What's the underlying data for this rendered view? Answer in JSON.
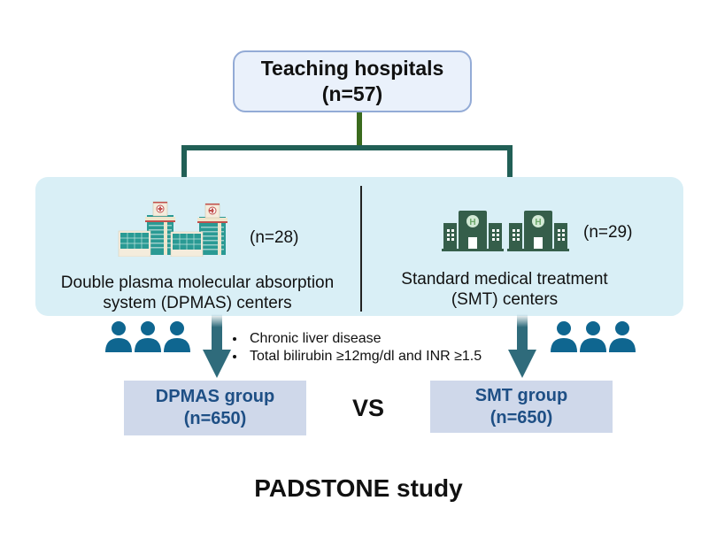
{
  "top": {
    "title": "Teaching hospitals",
    "count": "(n=57)"
  },
  "left_center": {
    "icon": "hospital-buildings-icon",
    "count": "(n=28)",
    "label_line1": "Double plasma molecular absorption",
    "label_line2": "system (DPMAS) centers"
  },
  "right_center": {
    "icon": "hospital-h-icon",
    "count": "(n=29)",
    "label_line1": "Standard  medical treatment",
    "label_line2": "(SMT) centers"
  },
  "criteria": [
    "Chronic liver disease",
    "Total bilirubin ≥12mg/dl and INR ≥1.5"
  ],
  "groups": {
    "left": {
      "name": "DPMAS group",
      "count": "(n=650)"
    },
    "right": {
      "name": "SMT group",
      "count": "(n=650)"
    },
    "vs": "VS"
  },
  "study_title": "PADSTONE study",
  "colors": {
    "top_box_fill": "#eaf1fb",
    "top_box_border": "#93abd6",
    "connector_green": "#3a6b1e",
    "connector_teal": "#215f56",
    "panel_fill": "#d9eff6",
    "group_fill": "#cfd8ea",
    "group_text": "#1e4f85",
    "arrow": "#2f6b7b",
    "people": "#0f6690",
    "hospital_dark_green": "#355e4a"
  }
}
